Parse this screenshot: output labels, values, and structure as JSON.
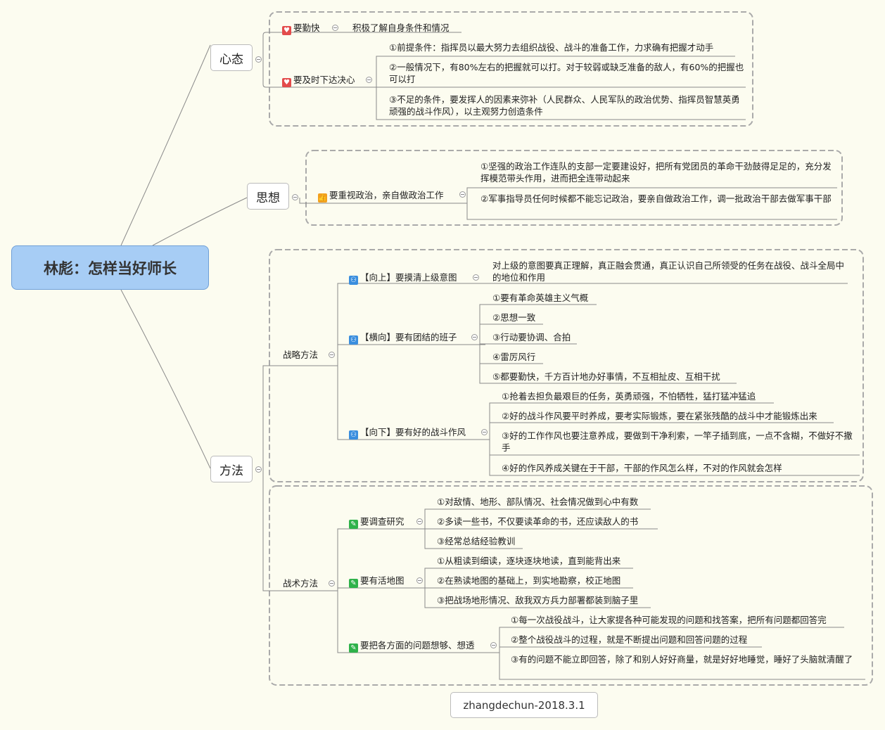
{
  "root": "林彪：怎样当好师长",
  "branches": {
    "mindset": {
      "label": "心态",
      "diligent": {
        "label": "要勤快",
        "icon": "heart-icon",
        "item": "积极了解自身条件和情况"
      },
      "decisive": {
        "label": "要及时下达决心",
        "icon": "heart-icon",
        "items": [
          "①前提条件：指挥员以最大努力去组织战役、战斗的准备工作，力求确有把握才动手",
          "②一般情况下，有80%左右的把握就可以打。对于较弱或缺乏准备的敌人，有60%的把握也可以打",
          "③不足的条件，要发挥人的因素来弥补（人民群众、人民军队的政治优势、指挥员智慧英勇顽强的战斗作风），以主观努力创造条件"
        ]
      }
    },
    "thought": {
      "label": "思想",
      "politics": {
        "label": "要重视政治，亲自做政治工作",
        "icon": "thumbs-up-icon",
        "items": [
          "①坚强的政治工作连队的支部一定要建设好，把所有党团员的革命干劲鼓得足足的，充分发挥模范带头作用，进而把全连带动起来",
          "②军事指导员任何时候都不能忘记政治，要亲自做政治工作，调一批政治干部去做军事干部"
        ]
      }
    },
    "method": {
      "label": "方法",
      "strategy": {
        "label": "战略方法",
        "up": {
          "label": "【向上】要摸清上级意图",
          "icon": "person-icon",
          "item": "对上级的意图要真正理解，真正融会贯通，真正认识自己所领受的任务在战役、战斗全局中的地位和作用"
        },
        "side": {
          "label": "【横向】要有团结的班子",
          "icon": "person-icon",
          "items": [
            "①要有革命英雄主义气概",
            "②思想一致",
            "③行动要协调、合拍",
            "④雷厉风行",
            "⑤都要勤快，千方百计地办好事情，不互相扯皮、互相干扰"
          ]
        },
        "down": {
          "label": "【向下】要有好的战斗作风",
          "icon": "person-icon",
          "items": [
            "①抢着去担负最艰巨的任务，英勇顽强，不怕牺牲，猛打猛冲猛追",
            "②好的战斗作风要平时养成，要考实际锻炼，要在紧张残酷的战斗中才能锻炼出来",
            "③好的工作作风也要注意养成，要做到干净利索，一竿子插到底，一点不含糊，不做好不撒手",
            "④好的作风养成关键在于干部，干部的作风怎么样，不对的作风就会怎样"
          ]
        }
      },
      "tactics": {
        "label": "战术方法",
        "research": {
          "label": "要调查研究",
          "icon": "pencil-icon",
          "items": [
            "①对敌情、地形、部队情况、社会情况做到心中有数",
            "②多读一些书，不仅要读革命的书，还应读敌人的书",
            "③经常总结经验教训"
          ]
        },
        "map": {
          "label": "要有活地图",
          "icon": "pencil-icon",
          "items": [
            "①从粗读到细读，逐块逐块地读，直到能背出来",
            "②在熟读地图的基础上，到实地勘察，校正地图",
            "③把战场地形情况、敌我双方兵力部署都装到脑子里"
          ]
        },
        "problems": {
          "label": "要把各方面的问题想够、想透",
          "icon": "pencil-icon",
          "items": [
            "①每一次战役战斗，让大家提各种可能发现的问题和找答案，把所有问题都回答完",
            "②整个战役战斗的过程，就是不断提出问题和回答问题的过程",
            "③有的问题不能立即回答，除了和别人好好商量，就是好好地睡觉，睡好了头脑就清醒了"
          ]
        }
      }
    }
  },
  "footer": "zhangdechun-2018.3.1",
  "colors": {
    "root_fill": "#a7cdf5",
    "background": "#fcfcf0",
    "boundary": "#aaaaaa"
  }
}
